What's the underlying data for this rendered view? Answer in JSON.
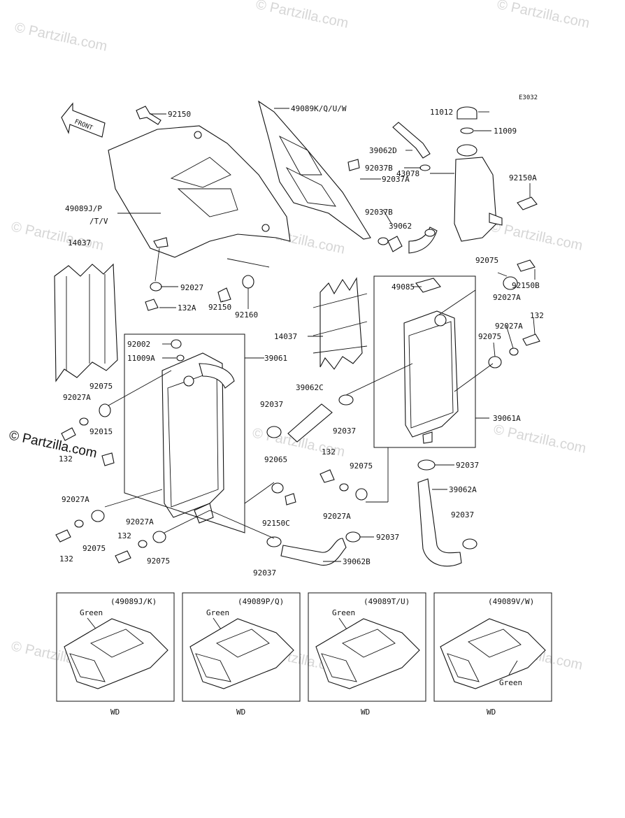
{
  "diagram": {
    "code": "E3032",
    "front_label": "FRONT",
    "watermark": "© Partzilla.com",
    "callouts": {
      "p92150_top": "92150",
      "p49089KQUW": "49089K/Q/U/W",
      "p11012": "11012",
      "p11009": "11009",
      "p39062D": "39062D",
      "p92037B_a": "92037B",
      "p92037A_a": "92037A",
      "p43078": "43078",
      "p92150A": "92150A",
      "p49089JP_1": "49089J/P",
      "p49089JP_2": "/T/V",
      "p92037B_b": "92037B",
      "p39062": "39062",
      "p14037_l": "14037",
      "p92027_a": "92027",
      "p132A": "132A",
      "p92160": "92160",
      "p92150_mid": "92150",
      "p92075_r1": "92075",
      "p92150B": "92150B",
      "p49085": "49085",
      "p92027A_r1": "92027A",
      "p132_r": "132",
      "p92027A_r2": "92027A",
      "p92075_r2": "92075",
      "p14037_c": "14037",
      "p92002": "92002",
      "p11009A": "11009A",
      "p39061": "39061",
      "p92075_l": "92075",
      "p92027A_l": "92027A",
      "p92015": "92015",
      "p132_l": "132",
      "p39062C": "39062C",
      "p92037_c1": "92037",
      "p92037_c2": "92037",
      "p39061A": "39061A",
      "p132_c": "132",
      "p92075_c": "92075",
      "p92065": "92065",
      "p92150C": "92150C",
      "p92027A_c": "92027A",
      "p92037_r1": "92037",
      "p39062A": "39062A",
      "p92037_r2": "92037",
      "p92027A_bl": "92027A",
      "p92075_bl": "92075",
      "p132_bl": "132",
      "p92027A_b2": "92027A",
      "p132_b2": "132",
      "p92075_b2": "92075",
      "p92037_c3": "92037",
      "p39062B": "39062B",
      "p92037_b": "92037"
    },
    "variants": [
      {
        "code": "(49089J/K)",
        "color": "Green",
        "model": "WD"
      },
      {
        "code": "(49089P/Q)",
        "color": "Green",
        "model": "WD"
      },
      {
        "code": "(49089T/U)",
        "color": "Green",
        "model": "WD"
      },
      {
        "code": "(49089V/W)",
        "color": "Green",
        "model": "WD"
      }
    ],
    "colors": {
      "ink": "#111111",
      "paper": "#ffffff",
      "watermark": "#d6d6d6"
    }
  }
}
